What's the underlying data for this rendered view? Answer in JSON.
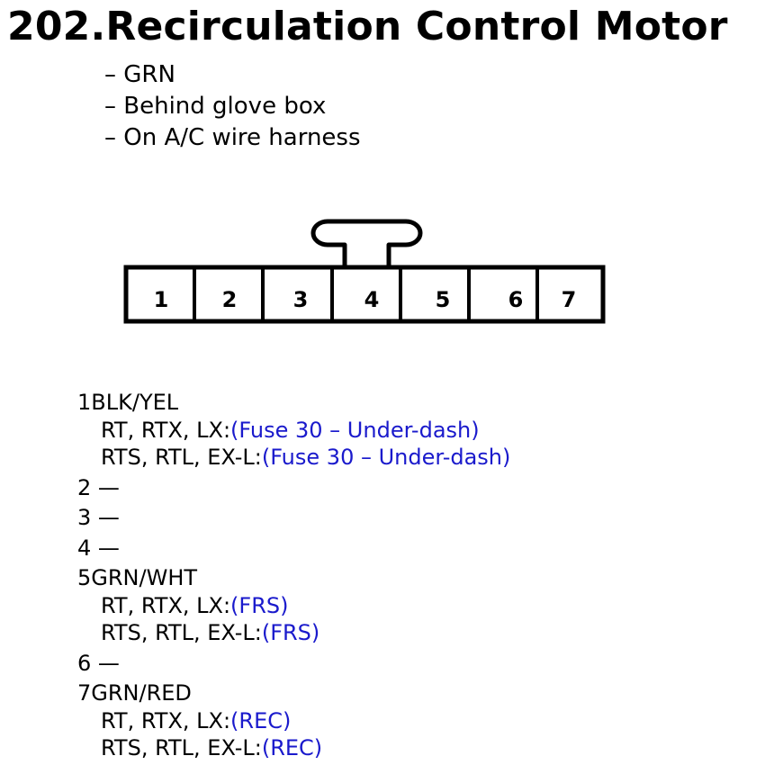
{
  "title": "202.Recirculation Control Motor",
  "notes": [
    "– GRN",
    "– Behind glove box",
    "– On A/C wire harness"
  ],
  "connector": {
    "pins": [
      "1",
      "2",
      "3",
      "4",
      "5",
      "6",
      "7"
    ]
  },
  "wires": [
    {
      "pin": "1",
      "color_code": "BLK/YEL",
      "subs": [
        {
          "models": "RT, RTX, LX:",
          "dest": "(Fuse 30 – Under-dash)"
        },
        {
          "models": "RTS, RTL, EX-L:",
          "dest": "(Fuse 30 – Under-dash)"
        }
      ]
    },
    {
      "pin": "2",
      "color_code": "—",
      "subs": []
    },
    {
      "pin": "3",
      "color_code": "—",
      "subs": []
    },
    {
      "pin": "4",
      "color_code": "—",
      "subs": []
    },
    {
      "pin": "5",
      "color_code": "GRN/WHT",
      "subs": [
        {
          "models": "RT, RTX, LX:",
          "dest": "(FRS)"
        },
        {
          "models": "RTS, RTL, EX-L:",
          "dest": "(FRS)"
        }
      ]
    },
    {
      "pin": "6",
      "color_code": "—",
      "subs": []
    },
    {
      "pin": "7",
      "color_code": "GRN/RED",
      "subs": [
        {
          "models": "RT, RTX, LX:",
          "dest": "(REC)"
        },
        {
          "models": "RTS, RTL, EX-L:",
          "dest": "(REC)"
        }
      ]
    }
  ],
  "colors": {
    "text": "#000000",
    "link": "#1a1acc",
    "background": "#ffffff"
  }
}
